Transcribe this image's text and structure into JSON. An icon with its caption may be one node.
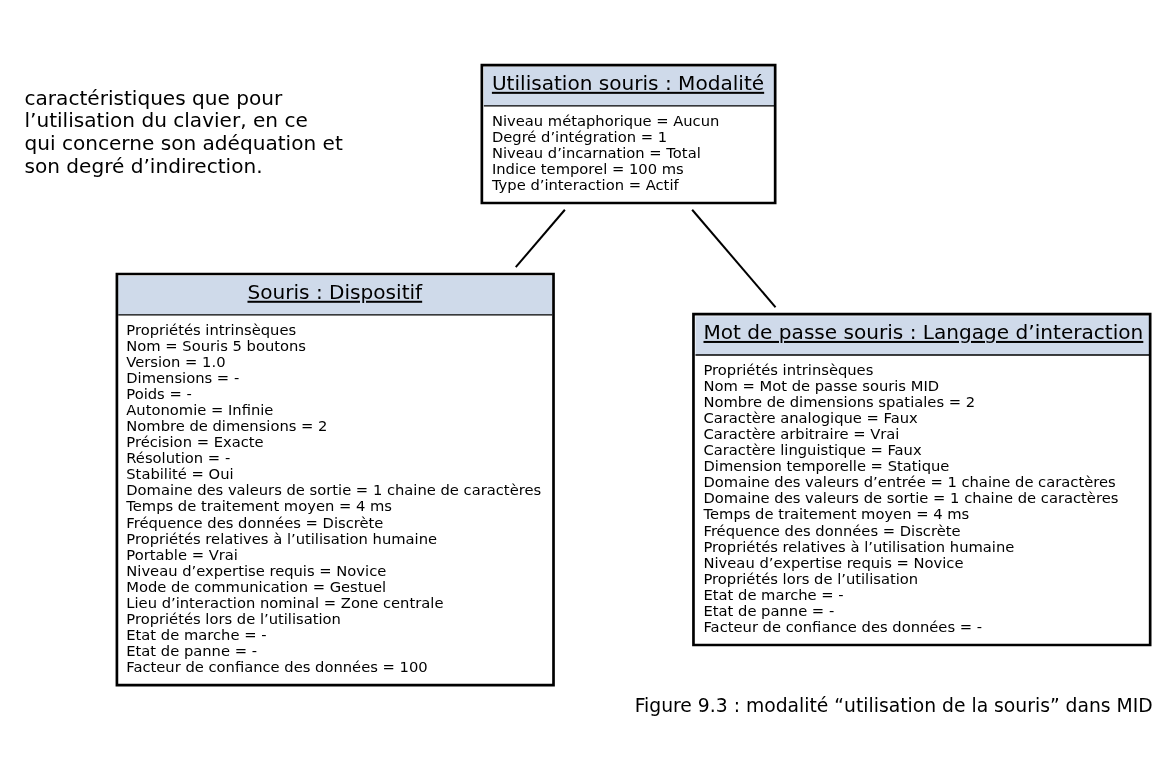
{
  "diagram": {
    "caption": "Figure 9.3 : modalité “utilisation de la souris” dans MID",
    "nodes": [
      {
        "text": [
          "Utilisation souris : Modalité",
          "Niveau métaphorique = Aucun",
          "Degré d’intégration = 1",
          "Niveau d’incarnation = Total",
          "Indice temporel = 100 ms",
          "Type d’interaction = Actif"
        ]
      },
      {
        "text": [
          "Souris : Dispositif",
          "Propriétés intrinsèques",
          "Nom = Souris 5 boutons",
          "Version = 1.0",
          "Dimensions = -",
          "Poids = -",
          "Autonomie = Infinie",
          "Nombre de dimensions = 2",
          "Précision = Exacte",
          "Résolution = -",
          "Stabilité = Oui",
          "Domaine des valeurs de sortie = 1 chaine de caractères",
          "Temps de traitement moyen = 4 ms",
          "Fréquence des données = Discrète",
          "Propriétés relatives à l’utilisation humaine",
          "Portable = Vrai",
          "Niveau d’expertise requis = Novice",
          "Mode de communication = Gestuel",
          "Lieu d’interaction nominal = Zone centrale",
          "Propriétés lors de l’utilisation",
          "Etat de marche = -",
          "Etat de panne = -",
          "Facteur de confiance des données = 100"
        ]
      },
      {
        "text": [
          "Mot de passe souris : Langage d’interaction",
          "Propriétés intrinsèques",
          "Nom = Mot de passe souris MID",
          "Nombre de dimensions spatiales = 2",
          "Caractère analogique = Faux",
          "Caractère arbitraire = Vrai",
          "Caractère linguistique = Faux",
          "Dimension temporelle = Statique",
          "Domaine des valeurs d’entrée = 1 chaine de caractères",
          "Domaine des valeurs de sortie = 1 chaine de caractères",
          "Temps de traitement moyen = 4 ms",
          "Fréquence des données = Discrète",
          "Propriétés relatives à l’utilisation humaine",
          "Niveau d’expertise requis = Novice",
          "Propriétés lors de l’utilisation",
          "Etat de marche = -",
          "Etat de panne = -",
          "Facteur de confiance des données = -"
        ]
      }
    ],
    "edges": [
      {
        "from": 0,
        "to": 1,
        "arrow": "none"
      },
      {
        "from": 0,
        "to": 2,
        "arrow": "none"
      }
    ],
    "labels": [
      "caractéristiques que pour l’utilisation du clavier, en ce qui concerne son adéquation et son degré d’indirection."
    ]
  }
}
